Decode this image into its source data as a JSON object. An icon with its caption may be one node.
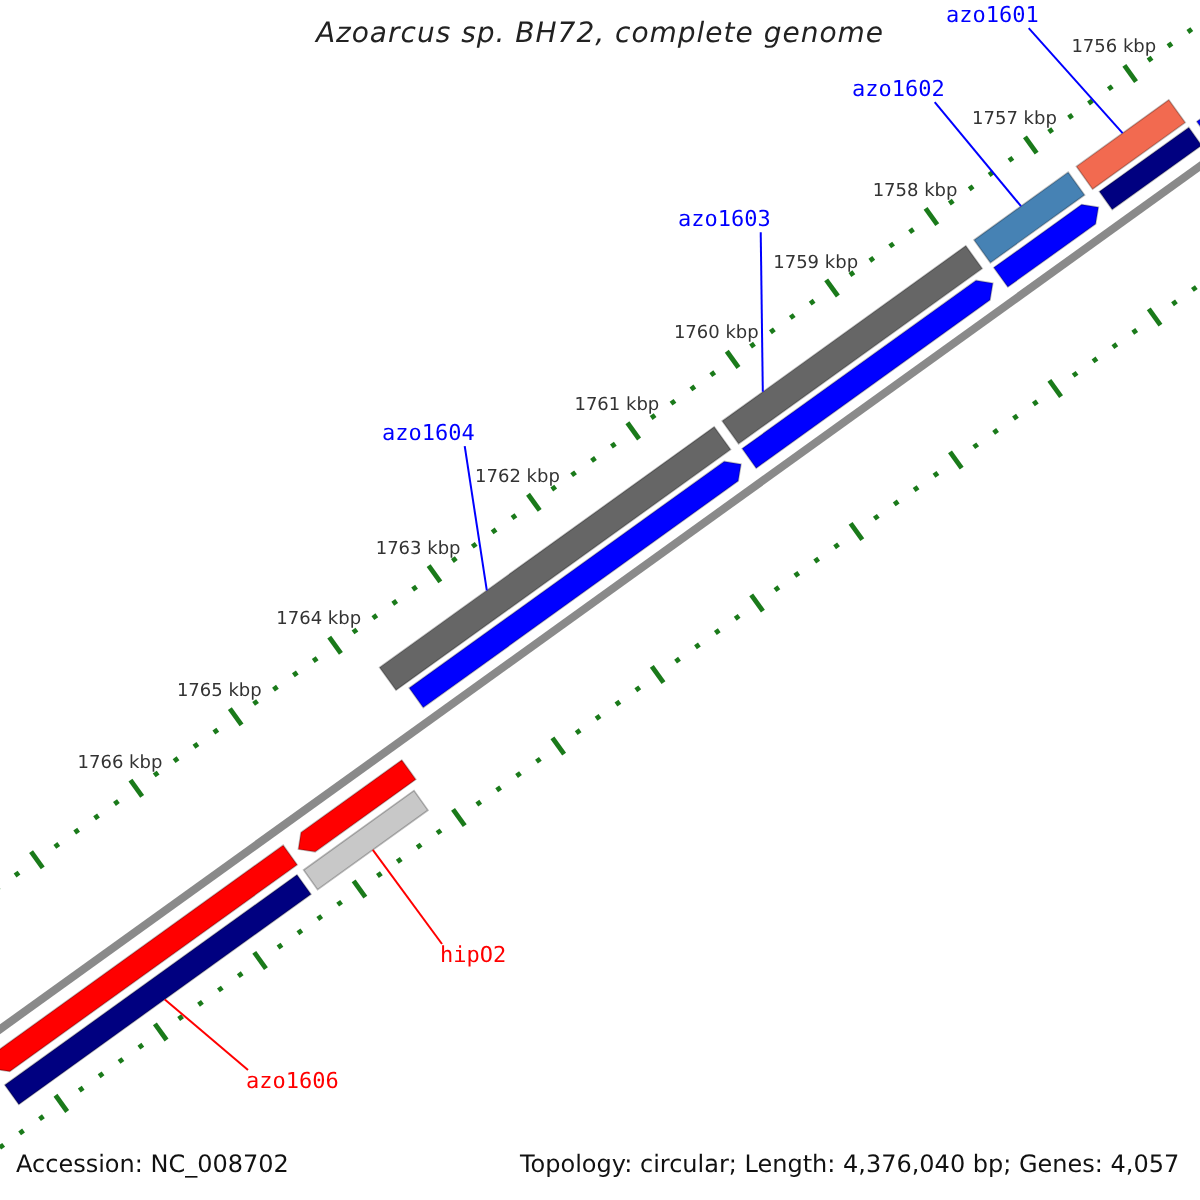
{
  "diagram": {
    "title": "Azoarcus sp. BH72, complete genome",
    "nodes": [
      {
        "text": [
          "azo1601"
        ]
      },
      {
        "text": [
          "azo1602"
        ]
      },
      {
        "text": [
          "azo1603"
        ]
      },
      {
        "text": [
          "azo1604"
        ]
      },
      {
        "text": [
          "hipO2"
        ]
      },
      {
        "text": [
          "azo1606"
        ]
      },
      {
        "text": [],
        "shape": "bar"
      },
      {
        "text": [],
        "shape": "bar"
      },
      {
        "text": [],
        "shape": "bar"
      },
      {
        "text": [],
        "shape": "bar"
      },
      {
        "text": [],
        "shape": "bar"
      },
      {
        "text": [],
        "shape": "bar"
      }
    ],
    "edges": [
      {
        "from": 0,
        "to": 6,
        "arrow": "none"
      },
      {
        "from": 1,
        "to": 7,
        "arrow": "none"
      },
      {
        "from": 2,
        "to": 8,
        "arrow": "none"
      },
      {
        "from": 3,
        "to": 9,
        "arrow": "none"
      },
      {
        "from": 4,
        "to": 10,
        "arrow": "none",
        "color": "#ff0000"
      },
      {
        "from": 5,
        "to": 11,
        "arrow": "none",
        "color": "#ff0000"
      }
    ],
    "labels": [
      "1756 kbp",
      "1757 kbp",
      "1758 kbp",
      "1759 kbp",
      "1760 kbp",
      "1761 kbp",
      "1762 kbp",
      "1763 kbp",
      "1764 kbp",
      "1765 kbp",
      "1766 kbp",
      "Accession: NC_008702",
      "Topology: circular; Length: 4,376,040 bp; Genes: 4,057"
    ]
  }
}
